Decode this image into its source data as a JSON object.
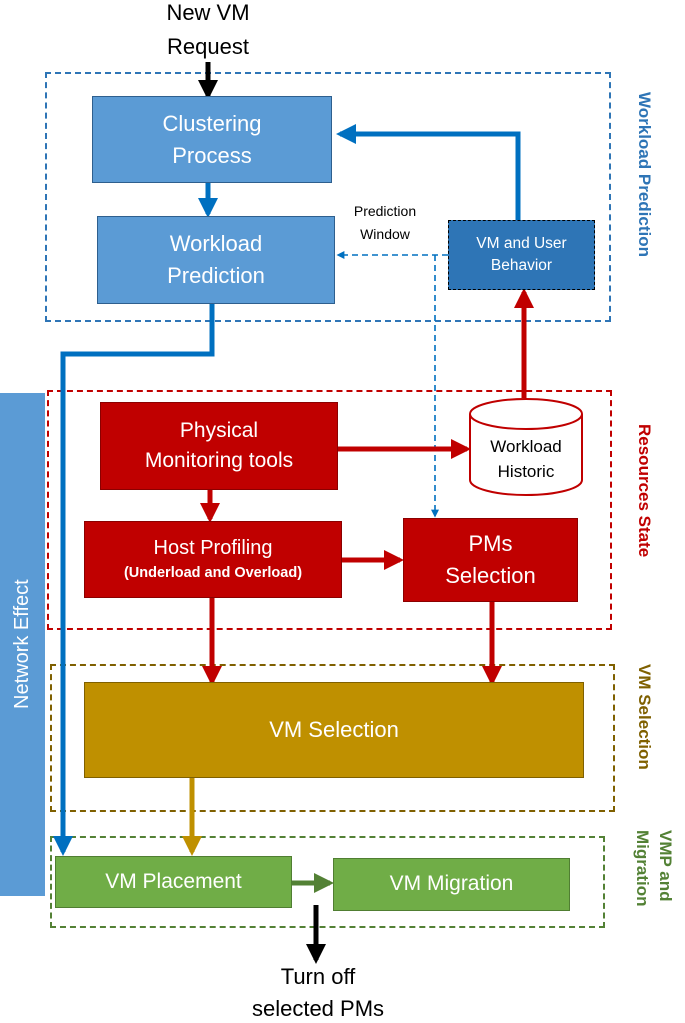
{
  "top": {
    "line1": "New VM",
    "line2": "Request"
  },
  "bottom": {
    "line1": "Turn off",
    "line2": "selected PMs"
  },
  "sections": {
    "workload_prediction": "Workload Prediction",
    "resources_state": "Resources State",
    "vm_selection": "VM Selection",
    "vmp_migration_line1": "VMP and",
    "vmp_migration_line2": "Migration",
    "network_effect": "Network Effect"
  },
  "boxes": {
    "clustering": {
      "line1": "Clustering",
      "line2": "Process"
    },
    "workload_prediction": {
      "line1": "Workload",
      "line2": "Prediction"
    },
    "vm_user_behavior": {
      "line1": "VM and User",
      "line2": "Behavior"
    },
    "physical_monitoring": {
      "line1": "Physical",
      "line2": "Monitoring tools"
    },
    "workload_historic": {
      "line1": "Workload",
      "line2": "Historic"
    },
    "host_profiling": {
      "line1": "Host Profiling",
      "line2": "(Underload and Overload)"
    },
    "pms_selection": {
      "line1": "PMs",
      "line2": "Selection"
    },
    "vm_selection": {
      "label": "VM Selection"
    },
    "vm_placement": {
      "label": "VM Placement"
    },
    "vm_migration": {
      "label": "VM Migration"
    }
  },
  "prediction_window": {
    "line1": "Prediction",
    "line2": "Window"
  },
  "colors": {
    "blue_section": "#2e75b6",
    "blue_box": "#5b9bd5",
    "blue_dark_box": "#2e75b6",
    "red": "#c00000",
    "gold": "#bf9000",
    "gold_border": "#7f6000",
    "green": "#70ad47",
    "green_border": "#538135",
    "network_bar": "#5b9bd5"
  }
}
